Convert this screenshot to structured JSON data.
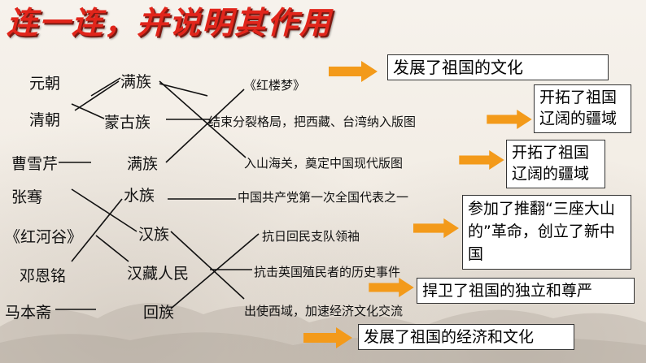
{
  "title": "连一连，并说明其作用",
  "left_items": [
    "元朝",
    "清朝",
    "曹雪芹",
    "张骞",
    "《红河谷》",
    "邓恩铭",
    "马本斋"
  ],
  "middle_items": [
    "满族",
    "蒙古族",
    "满族",
    "水族",
    "汉族",
    "汉藏人民",
    "回族"
  ],
  "right_items": [
    "《红楼梦》",
    "结束分裂格局，把西藏、台湾纳入版图",
    "入山海关，奠定中国现代版图",
    "中国共产党第一次全国代表之一",
    "抗日回民支队领袖",
    "抗击英国殖民者的历史事件",
    "出使西域，加速经济文化交流"
  ],
  "boxes": [
    "发展了祖国的文化",
    "开拓了祖国辽阔的疆域",
    "开拓了祖国辽阔的疆域",
    "参加了推翻“三座大山的”革命，创立了新中国",
    "捍卫了祖国的独立和尊严",
    "发展了祖国的经济和文化"
  ],
  "colors": {
    "title": "#e1251b",
    "arrow": "#f39a1a",
    "line": "#111111"
  }
}
